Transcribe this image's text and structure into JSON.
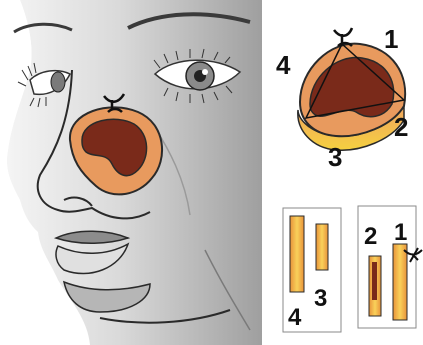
{
  "colors": {
    "skin_light": "#f4f4f4",
    "skin_shade": "#bdbdbd",
    "outline": "#2a2a2a",
    "flap_orange": "#e89a5e",
    "flap_light": "#f7c48f",
    "wound_red": "#7a2a1a",
    "strip_yellow": "#f5c23a",
    "strip_orange": "#e8923a"
  },
  "top_right": {
    "labels": [
      "1",
      "2",
      "3",
      "4"
    ]
  },
  "bottom_right_left_panel": {
    "labels": [
      "4",
      "3"
    ]
  },
  "bottom_right_right_panel": {
    "labels": [
      "2",
      "1"
    ]
  }
}
